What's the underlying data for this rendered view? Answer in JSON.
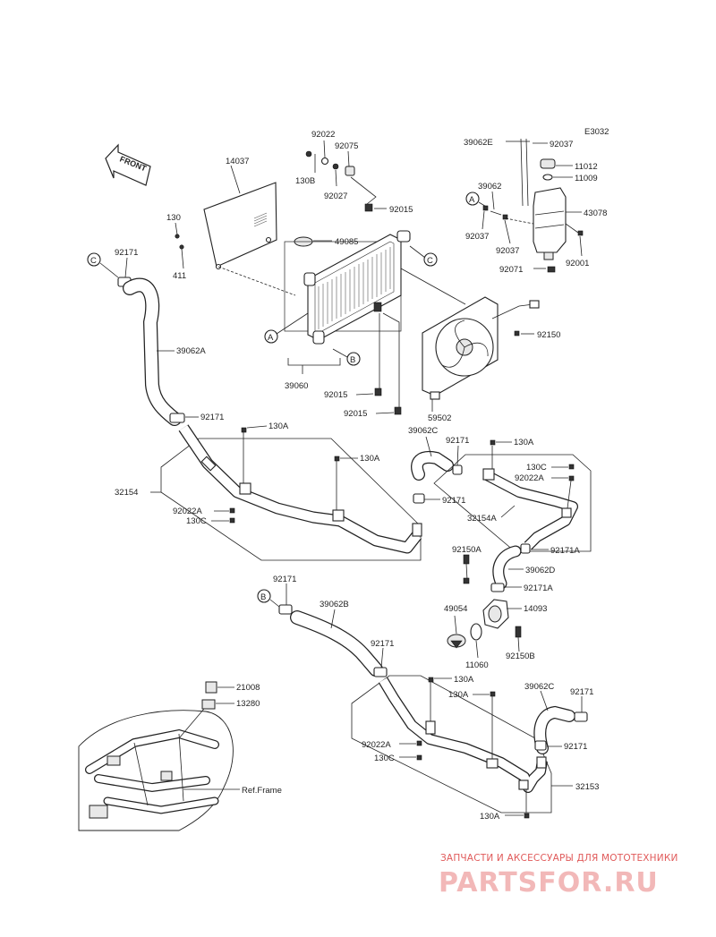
{
  "diagram_code": "E3032",
  "front_label": "FRONT",
  "ref_frame_label": "Ref.Frame",
  "callouts": {
    "a": "A",
    "b": "B",
    "c": "C"
  },
  "parts": {
    "p14037": "14037",
    "p92022": "92022",
    "p92075": "92075",
    "p130B": "130B",
    "p92027": "92027",
    "p92015_top": "92015",
    "p49085": "49085",
    "p130_top": "130",
    "p411": "411",
    "p92171_c": "92171",
    "p39062A": "39062A",
    "p39060": "39060",
    "p92015_a": "92015",
    "p92015_b": "92015",
    "p59502": "59502",
    "p92150": "92150",
    "p39062E": "39062E",
    "p92037_top": "92037",
    "p11012": "11012",
    "p11009": "11009",
    "p39062": "39062",
    "p43078": "43078",
    "p92037_a": "92037",
    "p92037_b": "92037",
    "p92001": "92001",
    "p92071": "92071",
    "p92171_mid": "92171",
    "p130A_1": "130A",
    "p130A_2": "130A",
    "p32154": "32154",
    "p92022A_1": "92022A",
    "p130C_1": "130C",
    "p39062C_1": "39062C",
    "p92171_r1": "92171",
    "p130A_3": "130A",
    "p130C_2": "130C",
    "p92022A_2": "92022A",
    "p92171_r2": "92171",
    "p32154A": "32154A",
    "p92171A_1": "92171A",
    "p92150A": "92150A",
    "p39062D": "39062D",
    "p92171A_2": "92171A",
    "p49054": "49054",
    "p14093": "14093",
    "p11060": "11060",
    "p92150B": "92150B",
    "p92171_b": "92171",
    "p39062B": "39062B",
    "p92171_lw": "92171",
    "p21008": "21008",
    "p13280": "13280",
    "p130A_4": "130A",
    "p130A_5": "130A",
    "p39062C_2": "39062C",
    "p92171_l1": "92171",
    "p92171_l2": "92171",
    "p92022A_3": "92022A",
    "p130C_3": "130C",
    "p32153": "32153",
    "p130A_6": "130A"
  },
  "watermark": {
    "line1": "ЗАПЧАСТИ И АКСЕССУАРЫ ДЛЯ МОТОТЕХНИКИ",
    "line2": "PARTSFOR.RU"
  }
}
